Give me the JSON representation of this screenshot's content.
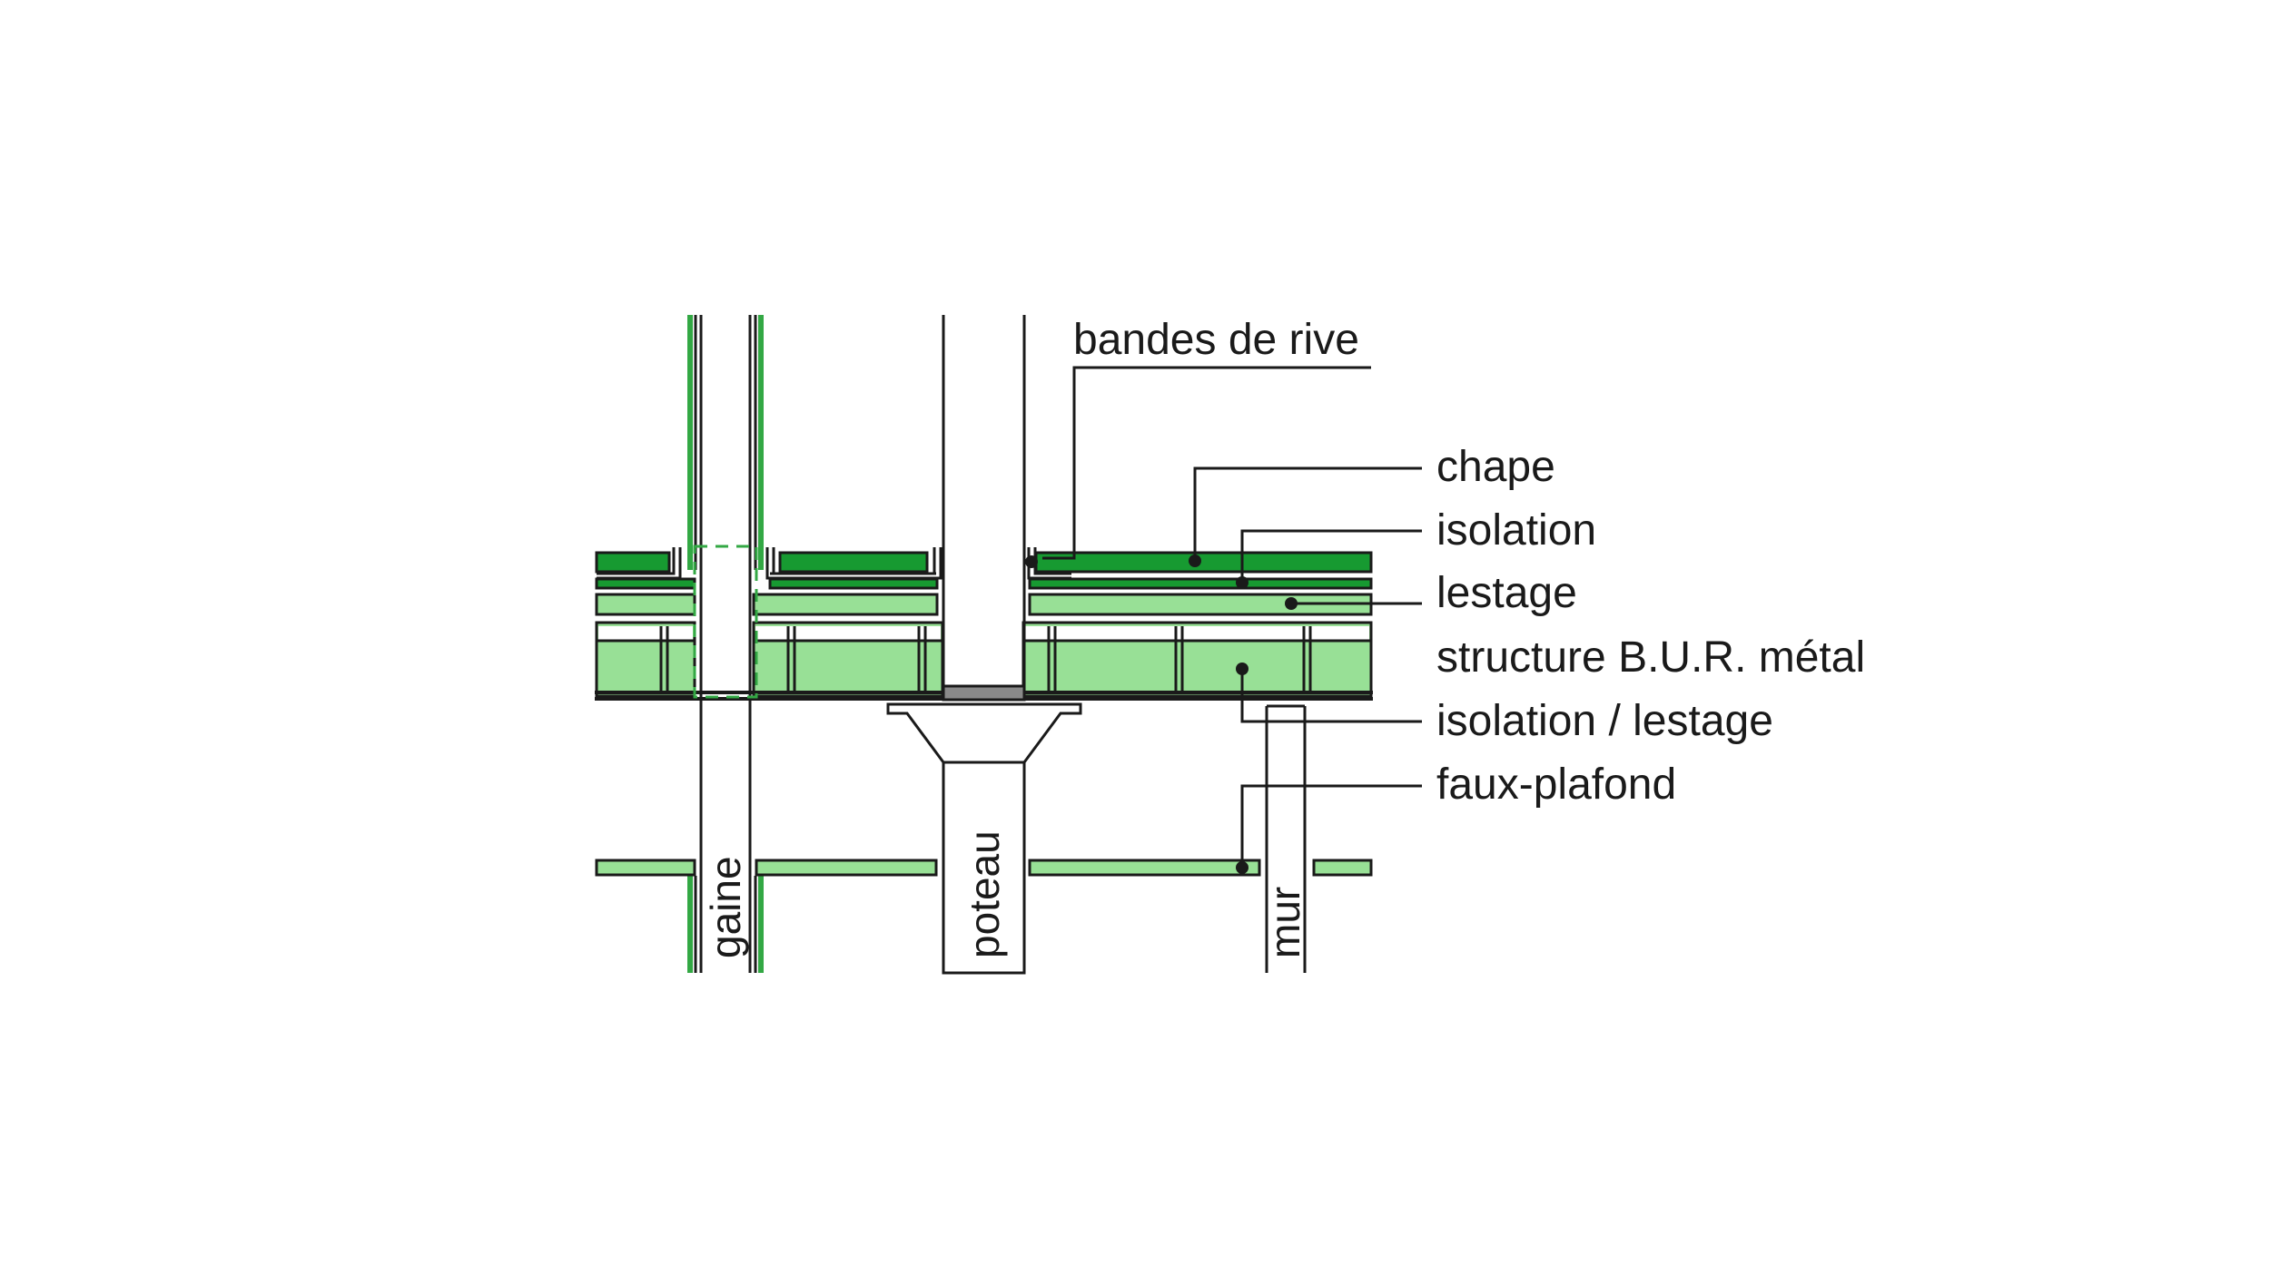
{
  "labels": {
    "bandes_de_rive": "bandes de rive",
    "chape": "chape",
    "isolation": "isolation",
    "lestage": "lestage",
    "structure": "structure B.U.R. métal",
    "isolation_lestage": "isolation / lestage",
    "faux_plafond": "faux-plafond",
    "gaine": "gaine",
    "poteau": "poteau",
    "mur": "mur"
  },
  "colors": {
    "dark_green": "#179a31",
    "light_green": "#98e096",
    "line": "#1a1a1a"
  }
}
